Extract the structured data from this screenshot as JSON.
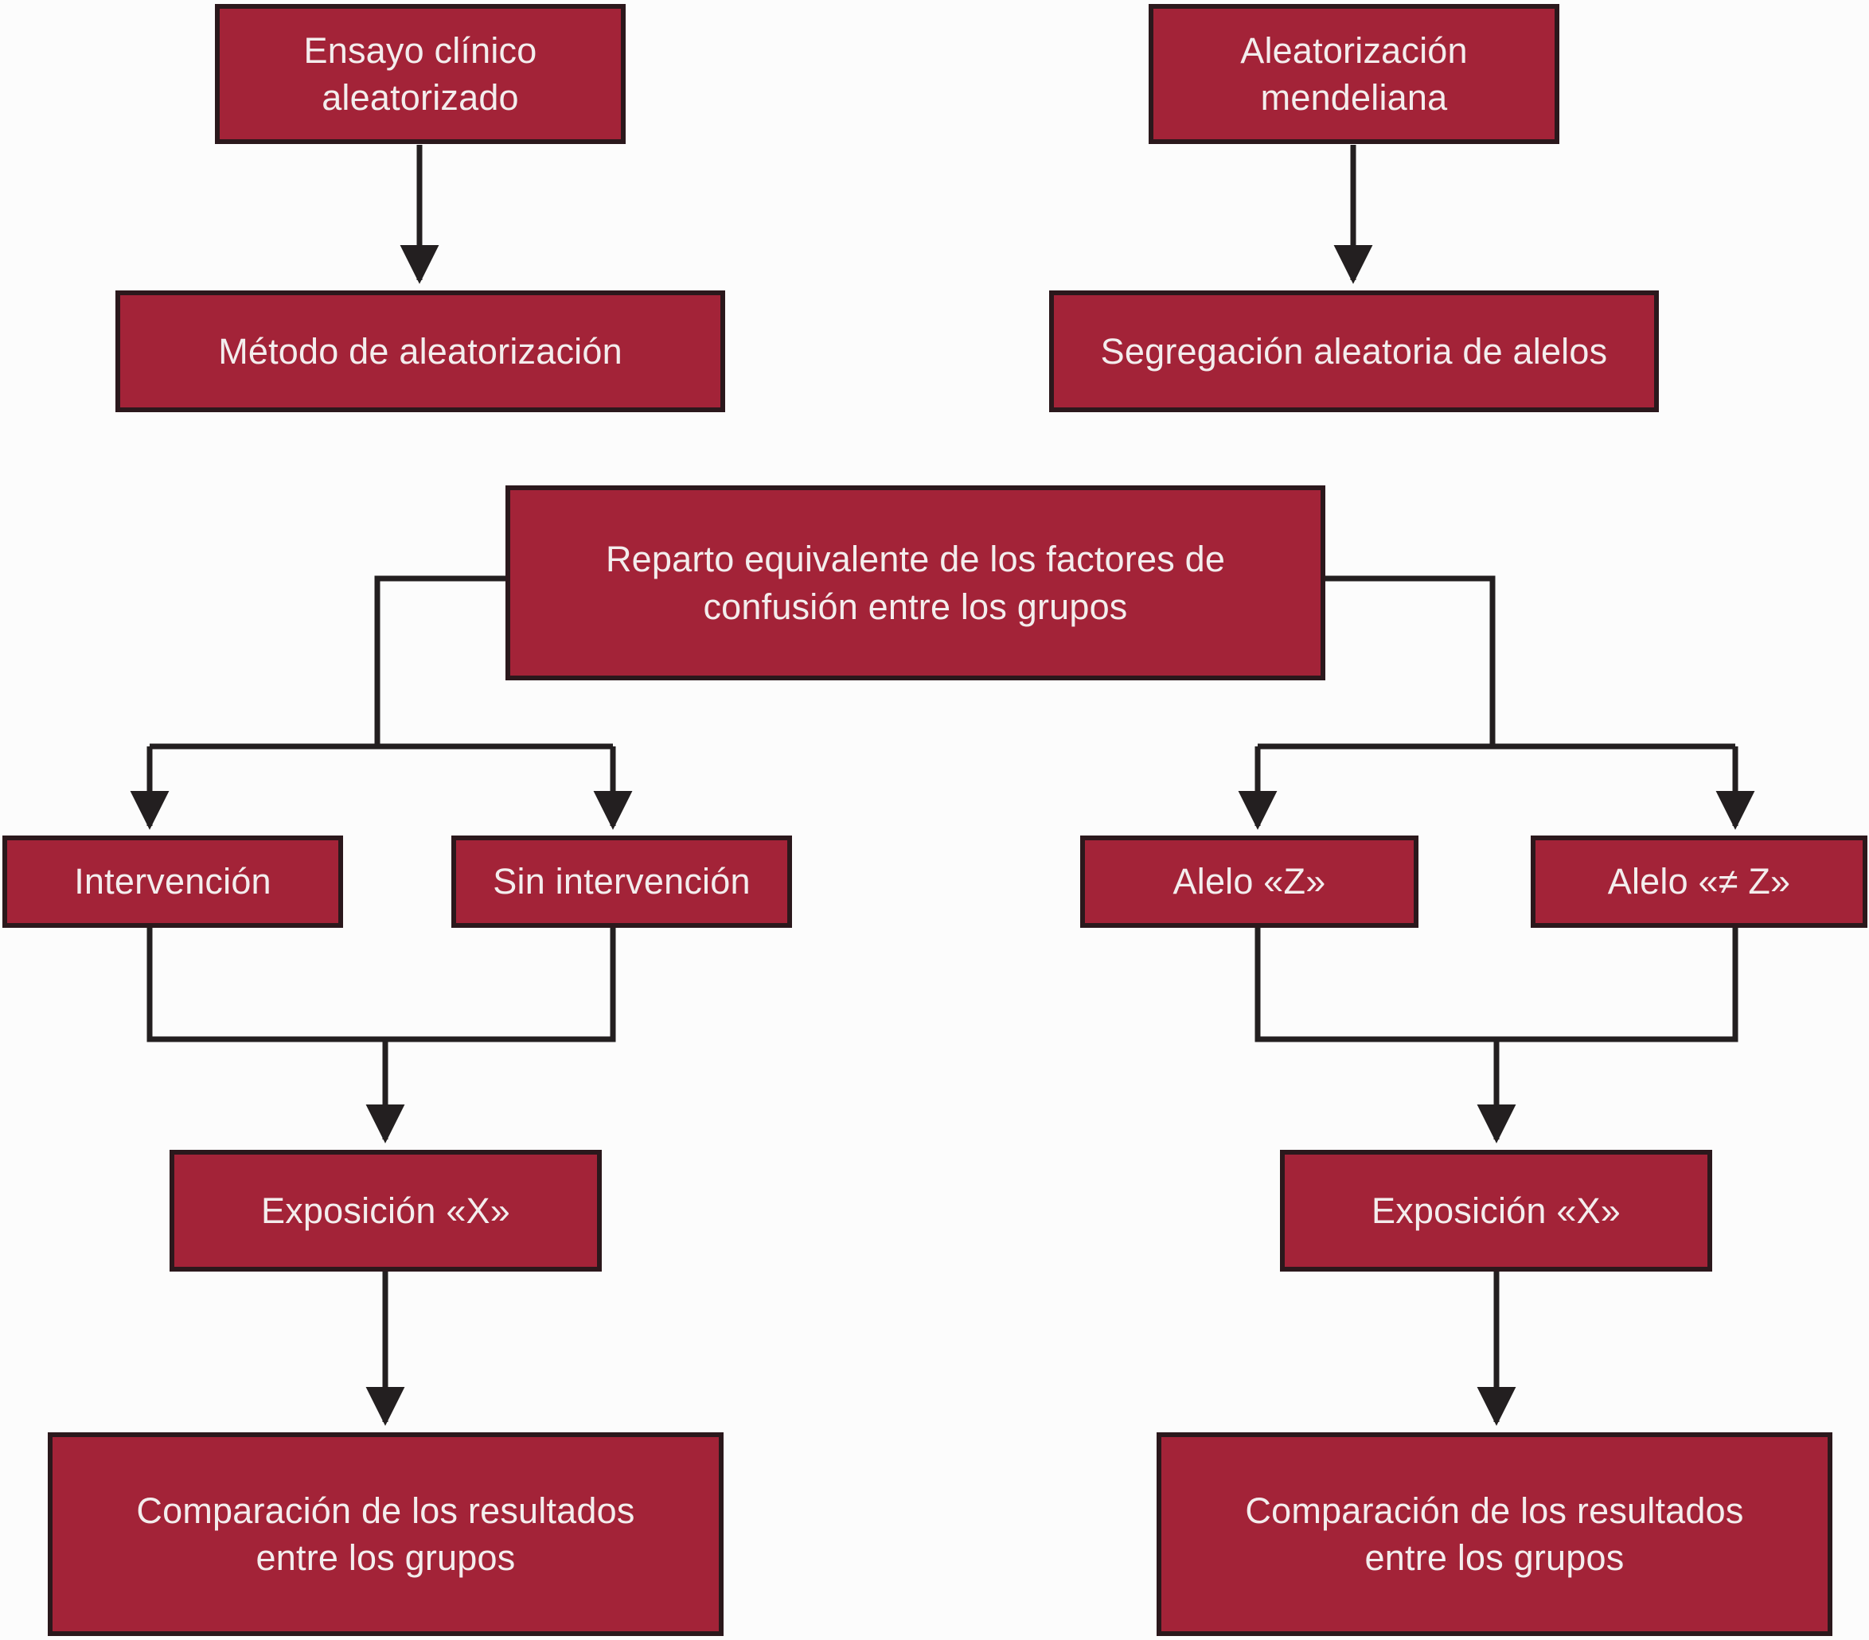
{
  "diagram": {
    "kind": "flowchart",
    "colors": {
      "box_fill": "#A32338",
      "box_border": "#2B181C",
      "connector": "#231F20",
      "text": "#F3EDED",
      "background": "#FCFCFC"
    },
    "nodes": {
      "ensayo": {
        "label": "Ensayo clínico aleatorizado"
      },
      "mendeliana": {
        "label": "Aleatorización mendeliana"
      },
      "metodo": {
        "label": "Método de aleatorización"
      },
      "segregacion": {
        "label": "Segregación aleatoria de alelos"
      },
      "reparto": {
        "label": "Reparto equivalente de los factores de confusión entre los grupos"
      },
      "intervencion": {
        "label": "Intervención"
      },
      "sin_intervencion": {
        "label": "Sin intervención"
      },
      "alelo_z": {
        "label": "Alelo «Z»"
      },
      "alelo_no_z": {
        "label": "Alelo «≠ Z»"
      },
      "exposicion_izq": {
        "label": "Exposición «X»"
      },
      "exposicion_der": {
        "label": "Exposición «X»"
      },
      "comparacion_izq": {
        "label": "Comparación de los resultados entre los grupos"
      },
      "comparacion_der": {
        "label": "Comparación de los resultados entre los grupos"
      }
    },
    "edges": [
      {
        "from": "ensayo",
        "to": "metodo",
        "arrow": true
      },
      {
        "from": "mendeliana",
        "to": "segregacion",
        "arrow": true
      },
      {
        "from": "reparto",
        "to": "intervencion",
        "arrow": true
      },
      {
        "from": "reparto",
        "to": "sin_intervencion",
        "arrow": true
      },
      {
        "from": "reparto",
        "to": "alelo_z",
        "arrow": true
      },
      {
        "from": "reparto",
        "to": "alelo_no_z",
        "arrow": true
      },
      {
        "from": "intervencion",
        "to": "exposicion_izq",
        "arrow": true
      },
      {
        "from": "sin_intervencion",
        "to": "exposicion_izq",
        "arrow": true
      },
      {
        "from": "alelo_z",
        "to": "exposicion_der",
        "arrow": true
      },
      {
        "from": "alelo_no_z",
        "to": "exposicion_der",
        "arrow": true
      },
      {
        "from": "exposicion_izq",
        "to": "comparacion_izq",
        "arrow": true
      },
      {
        "from": "exposicion_der",
        "to": "comparacion_der",
        "arrow": true
      }
    ]
  }
}
